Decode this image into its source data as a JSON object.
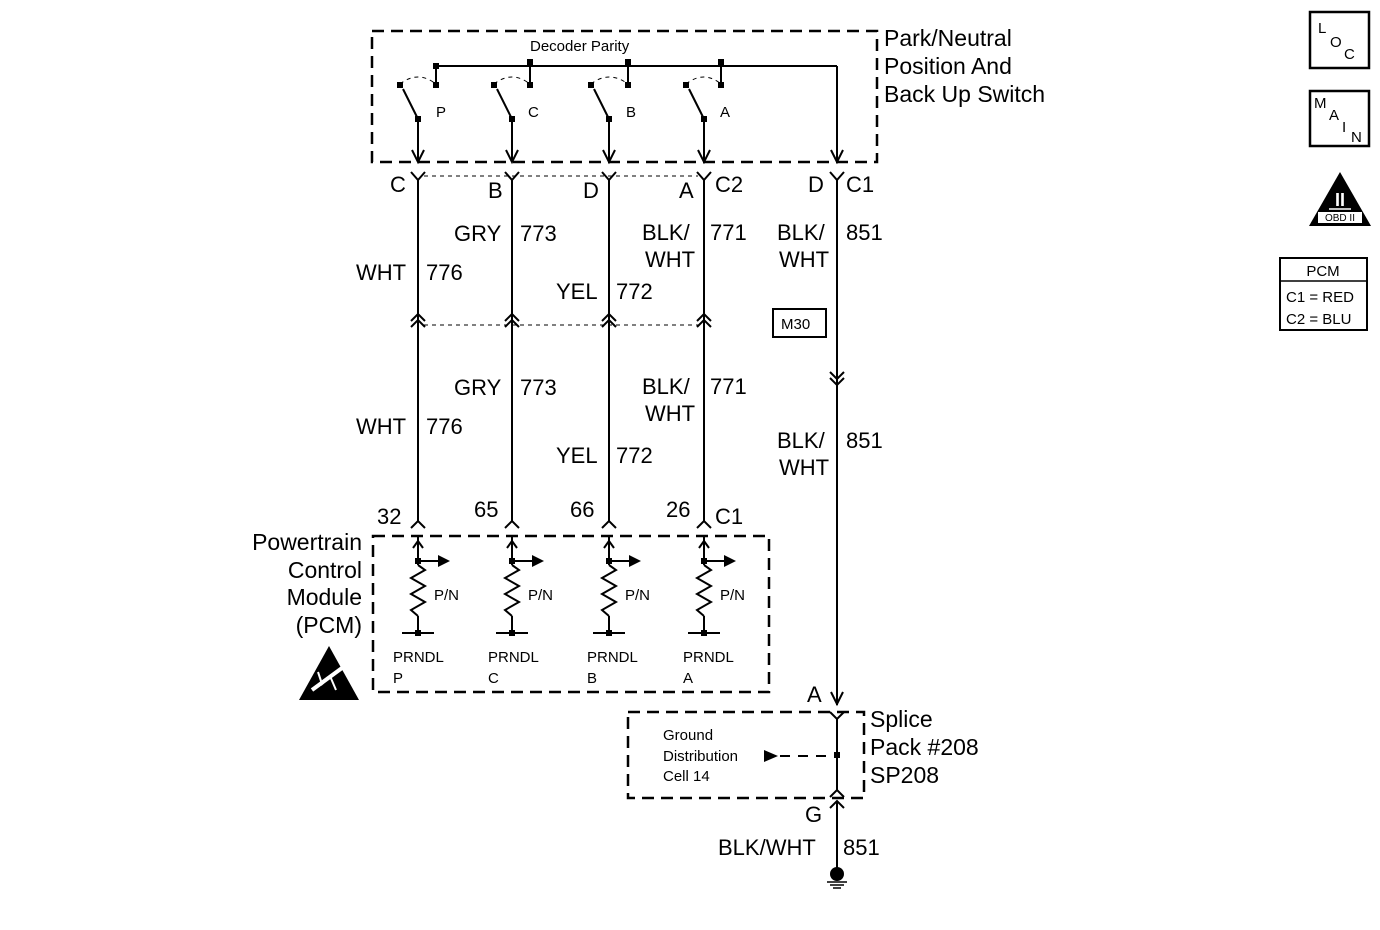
{
  "switch_box": {
    "title_line1": "Park/Neutral",
    "title_line2": "Position And",
    "title_line3": "Back Up Switch",
    "decoder": "Decoder Parity",
    "contacts": [
      "P",
      "C",
      "B",
      "A"
    ]
  },
  "upper_connector": {
    "pins": [
      "C",
      "B",
      "D",
      "A"
    ],
    "label_c2": "C2",
    "pin_851": "D",
    "label_c1": "C1"
  },
  "upper_wires": {
    "w776": {
      "color": "WHT",
      "num": "776"
    },
    "w773": {
      "color": "GRY",
      "num": "773"
    },
    "w772": {
      "color": "YEL",
      "num": "772"
    },
    "w771": {
      "color_l1": "BLK/",
      "color_l2": "WHT",
      "num": "771"
    },
    "w851": {
      "color_l1": "BLK/",
      "color_l2": "WHT",
      "num": "851"
    }
  },
  "lower_wires": {
    "w776": {
      "color": "WHT",
      "num": "776"
    },
    "w773": {
      "color": "GRY",
      "num": "773"
    },
    "w772": {
      "color": "YEL",
      "num": "772"
    },
    "w771": {
      "color_l1": "BLK/",
      "color_l2": "WHT",
      "num": "771"
    },
    "w851": {
      "color_l1": "BLK/",
      "color_l2": "WHT",
      "num": "851"
    }
  },
  "m30": "M30",
  "pcm": {
    "pins": [
      "32",
      "65",
      "66",
      "26"
    ],
    "label_c1": "C1",
    "title_line1": "Powertrain",
    "title_line2": "Control",
    "title_line3": "Module",
    "title_line4": "(PCM)",
    "pn": "P/N",
    "prndl": [
      {
        "line1": "PRNDL",
        "line2": "P"
      },
      {
        "line1": "PRNDL",
        "line2": "C"
      },
      {
        "line1": "PRNDL",
        "line2": "B"
      },
      {
        "line1": "PRNDL",
        "line2": "A"
      }
    ]
  },
  "splice": {
    "pin_top": "A",
    "pin_bottom": "G",
    "title_line1": "Splice",
    "title_line2": "Pack #208",
    "title_line3": "SP208",
    "ground_line1": "Ground",
    "ground_line2": "Distribution",
    "ground_line3": "Cell 14"
  },
  "ground_wire": {
    "color": "BLK/WHT",
    "num": "851"
  },
  "side_icons": {
    "loc": [
      "L",
      "O",
      "C"
    ],
    "main": [
      "M",
      "A",
      "I",
      "N"
    ],
    "obd_numeral": "II",
    "obd_text": "OBD II",
    "pcm_legend": {
      "title": "PCM",
      "line1": "C1 = RED",
      "line2": "C2 = BLU"
    }
  },
  "colors": {
    "ink": "#000000",
    "background": "#ffffff"
  }
}
